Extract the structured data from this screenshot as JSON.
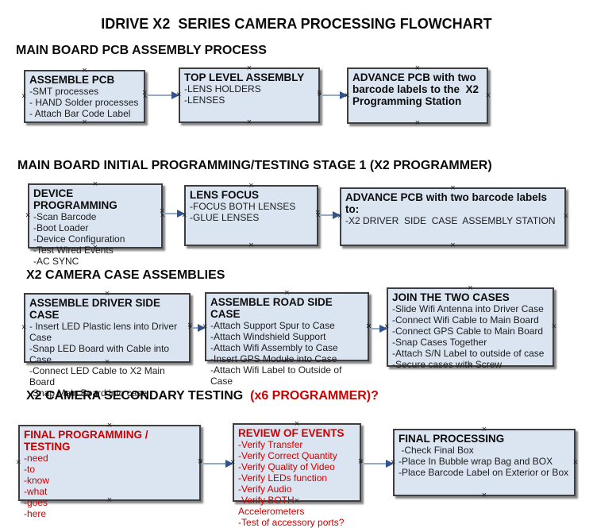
{
  "page_title": "IDRIVE X2  SERIES CAMERA PROCESSING FLOWCHART",
  "colors": {
    "box_fill": "#dbe5f1",
    "box_border": "#3f3f3f",
    "accent_red": "#cc0000",
    "arrow_line": "#95aac6",
    "arrow_head": "#32548e"
  },
  "sections": [
    {
      "heading": "MAIN BOARD PCB ASSEMBLY PROCESS",
      "boxes": [
        {
          "title": "ASSEMBLE PCB",
          "lines": [
            "-SMT processes",
            "- HAND Solder processes",
            "- Attach Bar Code Label"
          ]
        },
        {
          "title": "TOP LEVEL ASSEMBLY",
          "lines": [
            "-LENS HOLDERS",
            "-LENSES"
          ]
        },
        {
          "title": "ADVANCE PCB with two barcode labels to the  X2 Programming Station",
          "lines": []
        }
      ]
    },
    {
      "heading": "MAIN BOARD INITIAL PROGRAMMING/TESTING STAGE 1 (X2 PROGRAMMER)",
      "boxes": [
        {
          "title": "DEVICE PROGRAMMING",
          "lines": [
            "-Scan Barcode",
            "-Boot Loader",
            "-Device Configuration",
            "-Test Wired Events",
            "-AC SYNC"
          ]
        },
        {
          "title": "LENS FOCUS",
          "lines": [
            "-FOCUS BOTH LENSES",
            "-GLUE LENSES"
          ]
        },
        {
          "title": "ADVANCE PCB with two barcode labels to:",
          "lines": [
            "-X2 DRIVER  SIDE  CASE  ASSEMBLY STATION"
          ]
        }
      ]
    },
    {
      "heading": "X2 CAMERA CASE ASSEMBLIES",
      "boxes": [
        {
          "title": "ASSEMBLE DRIVER SIDE CASE",
          "lines": [
            "- Insert LED Plastic lens into Driver Case",
            "-Snap LED Board with Cable into Case",
            "-Connect LED Cable to X2 Main Board",
            "-Snap Main Board into case"
          ]
        },
        {
          "title": "ASSEMBLE ROAD SIDE CASE",
          "lines": [
            "-Attach Support Spur to Case",
            "-Attach Windshield Support",
            "-Attach Wifi Assembly to Case",
            "-Insert GPS Module into Case",
            "-Attach Wifi Label to Outside of Case"
          ]
        },
        {
          "title": "JOIN THE TWO CASES",
          "lines": [
            "-Slide Wifi Antenna into Driver Case",
            "-Connect Wifi Cable to Main Board",
            "-Connect GPS Cable to Main Board",
            "-Snap Cases Together",
            "-Attach S/N Label to outside of case",
            "-Secure cases with Screw"
          ]
        }
      ]
    },
    {
      "heading": "X2 CAMERA SECONDARY TESTING  ",
      "heading_red": "(x6 PROGRAMMER)?",
      "boxes": [
        {
          "title": "FINAL PROGRAMMING / TESTING",
          "lines": [
            "-need",
            "-to",
            "-know",
            "-what",
            "-goes",
            "-here"
          ]
        },
        {
          "title": "REVIEW OF EVENTS",
          "lines": [
            "-Verify Transfer",
            "-Verify Correct Quantity",
            "-Verify Quality of Video",
            "-Verify LEDs function",
            "-Verify Audio",
            "-Verify BOTH Accelerometers",
            "-Test of accessory ports?"
          ]
        },
        {
          "title": "FINAL PROCESSING",
          "lines": [
            " -Check Final Box",
            "-Place In Bubble wrap Bag and BOX",
            "-Place Barcode Label on Exterior or Box"
          ]
        }
      ]
    }
  ]
}
